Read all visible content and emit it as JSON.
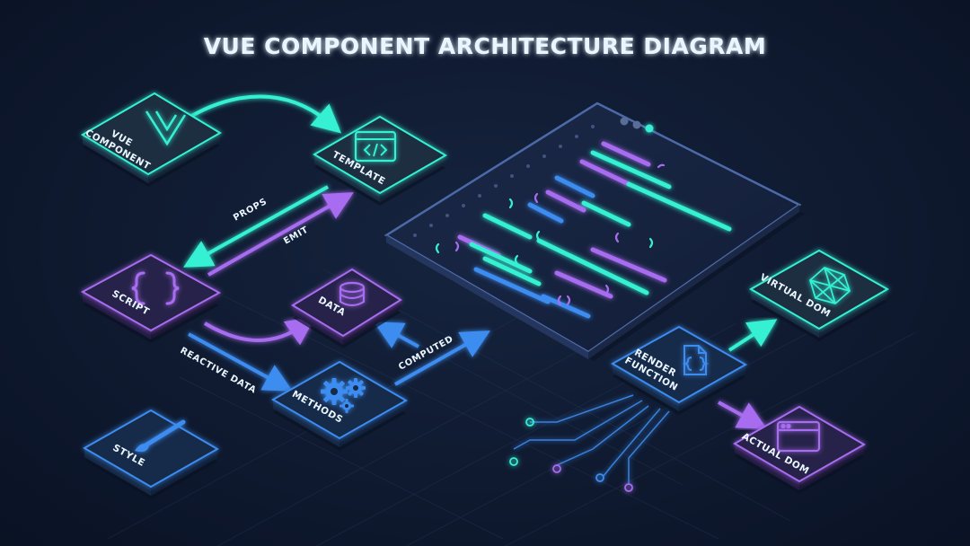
{
  "title": "VUE COMPONENT ARCHITECTURE DIAGRAM",
  "colors": {
    "background": "#0f1a30",
    "teal": "#34f0d2",
    "purple": "#a86cf0",
    "blue": "#3c8cf0",
    "text": "#eaf6ff"
  },
  "nodes": {
    "vue_component": {
      "line1": "VUE",
      "line2": "COMPONENT",
      "icon": "vue-logo-icon"
    },
    "template": {
      "label": "TEMPLATE",
      "icon": "code-window-icon"
    },
    "script": {
      "label": "SCRIPT",
      "icon": "curly-braces-icon"
    },
    "data": {
      "label": "DATA",
      "icon": "database-icon"
    },
    "methods": {
      "label": "METHODS",
      "icon": "gears-icon"
    },
    "style": {
      "label": "STYLE",
      "icon": "paintbrush-icon"
    },
    "render_function": {
      "line1": "RENDER",
      "line2": "FUNCTION",
      "icon": "function-file-icon"
    },
    "virtual_dom": {
      "label": "VIRTUAL DOM",
      "icon": "wireframe-cube-icon"
    },
    "actual_dom": {
      "label": "ACTUAL DOM",
      "icon": "browser-window-icon"
    }
  },
  "edges": {
    "props": "PROPS",
    "emit": "EMIT",
    "reactive_data": "REACTIVE DATA",
    "computed": "COMPUTED"
  }
}
